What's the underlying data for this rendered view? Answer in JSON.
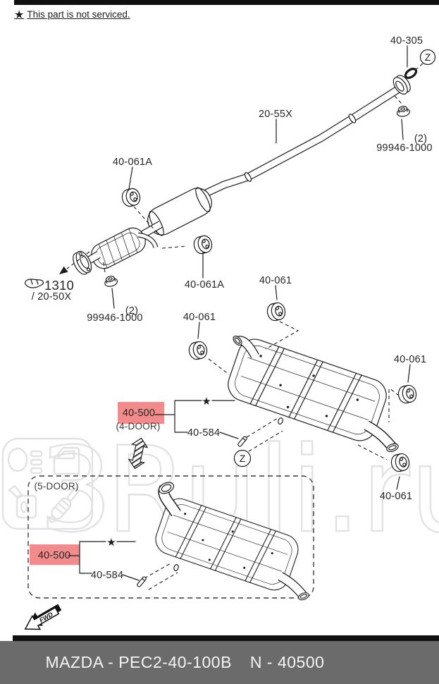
{
  "header": {
    "star": "★",
    "note": "This part is not serviced."
  },
  "parts": {
    "p40305": "40-305",
    "p2055x": "20-55X",
    "p99946": "99946-1000",
    "qty2": "(2)",
    "p40061a": "40-061A",
    "p40061": "40-061",
    "p1310": "1310",
    "p2050x": "/ 20-50X",
    "p40500": "40-500",
    "p40584": "40-584"
  },
  "variants": {
    "four_door": "(4-DOOR)",
    "five_door": "(5-DOOR)"
  },
  "markers": {
    "z": "Z",
    "star": "★",
    "fwd": "FWD"
  },
  "watermark": {
    "text": "Ruli.ru",
    "partial_letter": "3"
  },
  "colors": {
    "highlight": "#F28B8B",
    "footer_bg": "#6B6B6B",
    "watermark": "#E2E2E2",
    "line": "#1c1c1c"
  },
  "footer": {
    "catalog": "MAZDA - PEC2-40-100B",
    "number": "N - 40500"
  }
}
